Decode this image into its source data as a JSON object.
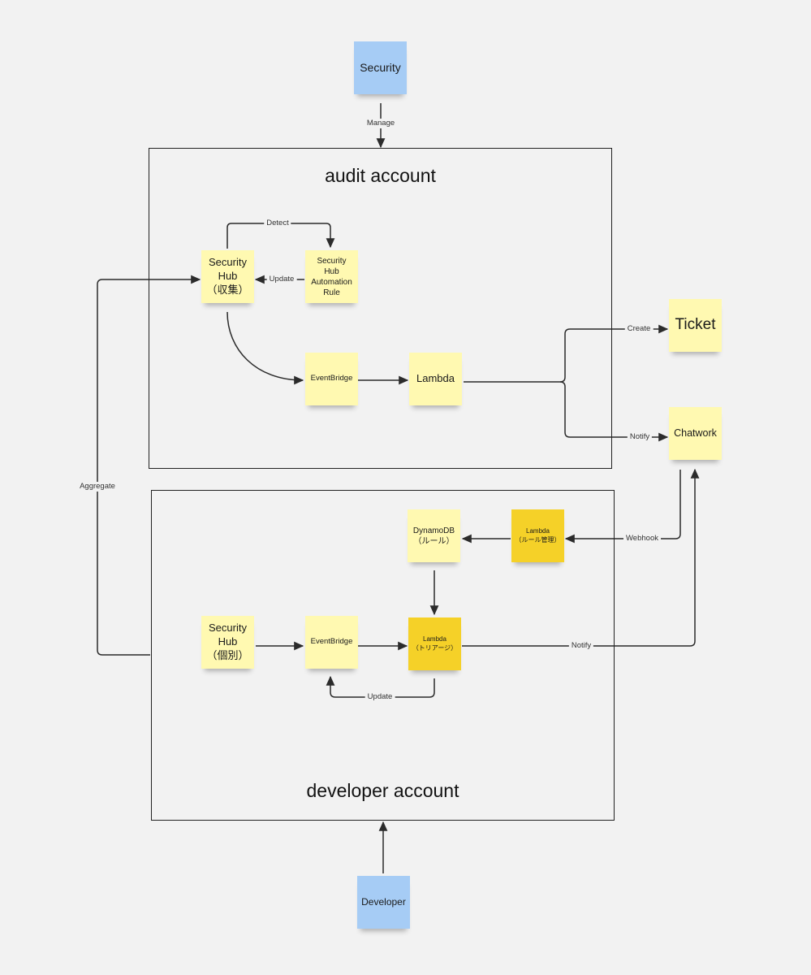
{
  "frames": {
    "audit": {
      "title": "audit account"
    },
    "developer": {
      "title": "developer account"
    }
  },
  "notes": {
    "security": "Security",
    "sechub_audit": "Security\nHub\n（収集）",
    "automation_rule": "Security\nHub\nAutomation\nRule",
    "eventbridge_audit": "EventBridge",
    "lambda_audit": "Lambda",
    "ticket": "Ticket",
    "chatwork": "Chatwork",
    "dynamodb": "DynamoDB\n（ルール）",
    "lambda_rule_mgmt": "Lambda\n（ルール管理）",
    "sechub_dev": "Security\nHub\n（個別）",
    "eventbridge_dev": "EventBridge",
    "lambda_triage": "Lambda\n（トリアージ）",
    "developer": "Developer"
  },
  "edge_labels": {
    "manage": "Manage",
    "detect": "Detect",
    "update_rule": "Update",
    "create": "Create",
    "notify_audit": "Notify",
    "aggregate": "Aggregate",
    "webhook": "Webhook",
    "notify_dev": "Notify",
    "update_dev": "Update"
  },
  "colors": {
    "sticky_yellow": "#fff9b1",
    "sticky_gold": "#f5d128",
    "sticky_blue": "#a6ccf5",
    "line": "#2b2b2b",
    "background": "#f2f2f2"
  }
}
